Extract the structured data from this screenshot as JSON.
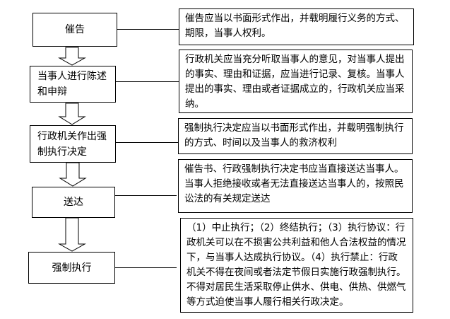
{
  "steps": [
    {
      "label": "催告"
    },
    {
      "label": "当事人进行陈述和申辩"
    },
    {
      "label": "行政机关作出强制执行决定"
    },
    {
      "label": "送达"
    },
    {
      "label": "强制执行"
    }
  ],
  "notes": [
    {
      "text": "催告应当以书面形式作出，并载明履行义务的方式、期限，当事人权利。"
    },
    {
      "text": "行政机关应当充分听取当事人的意见，对当事人提出的事实、理由和证据，应当进行记录、复核。当事人提出的事实、理由或者证据成立的，行政机关应当采纳。"
    },
    {
      "text": "强制执行决定应当以书面形式作出，并载明强制执行的方式、时间以及当事人的救济权利"
    },
    {
      "text": "催告书、行政强制执行决定书应当直接送达当事人。当事人拒绝接收或者无法直接送达当事人的，按照民讼法的有关规定送达"
    },
    {
      "text": "（1）中止执行；（2）终结执行；（3）执行协议：行政机关可以在不损害公共利益和他人合法权益的情况下，与当事人达成执行协议。（4）执行禁止：行政机关不得在夜间或者法定节假日实施行政强制执行。不得对居民生活采取停止供水、供电、供热、供燃气等方式迫使当事人履行相关行政决定。"
    }
  ]
}
